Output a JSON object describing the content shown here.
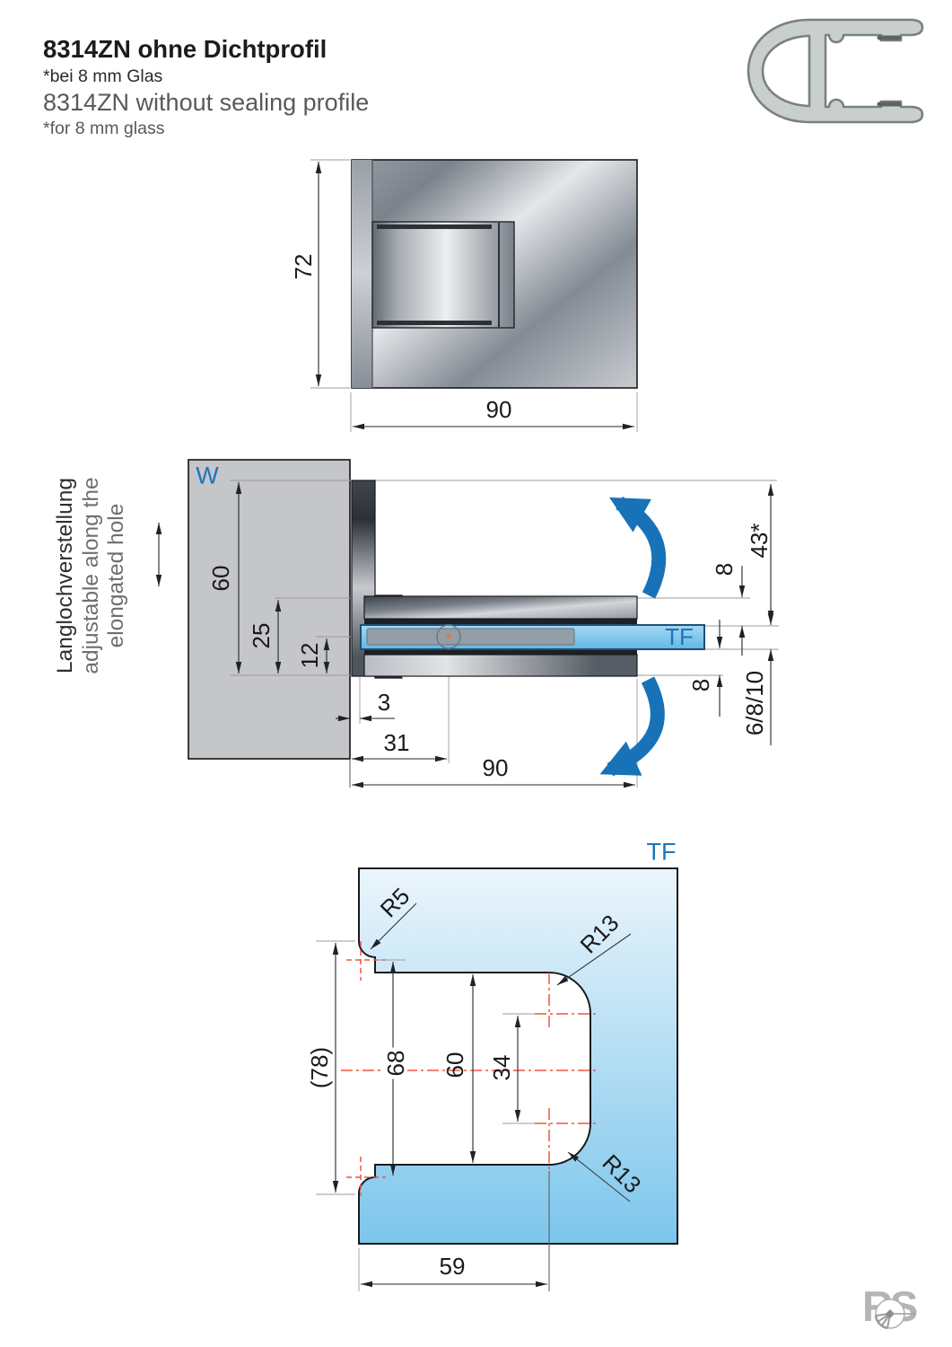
{
  "header": {
    "title_de": "8314ZN ohne Dichtprofil",
    "note_de": "*bei 8 mm Glas",
    "title_en": "8314ZN without sealing profile",
    "note_en": "*for 8 mm glass"
  },
  "top_view": {
    "dim_height": "72",
    "dim_width": "90"
  },
  "side_view": {
    "wall_label": "W",
    "glass_label": "TF",
    "note_line1_de": "Langlochverstellung",
    "note_line2_en": "adjustable along the",
    "note_line3_en": "elongated hole",
    "dim_wall_height": "60",
    "dim_clamp_height": "25",
    "dim_center_offset": "12",
    "dim_glass_inset": "3",
    "dim_screw_offset": "31",
    "dim_width": "90",
    "dim_gap_top": "8",
    "dim_overall": "43*",
    "dim_glass_thickness": "6/8/10",
    "dim_gap_bottom": "8"
  },
  "cutout_view": {
    "glass_label": "TF",
    "dim_radius_small": "R5",
    "dim_radius_top": "R13",
    "dim_radius_bottom": "R13",
    "dim_overall_height": "(78)",
    "dim_hole_centers": "68",
    "dim_cutout_height": "60",
    "dim_radius_centers": "34",
    "dim_cutout_width": "59"
  },
  "logo": {
    "text": "RS"
  },
  "colors": {
    "accent_blue": "#1b75bc",
    "arrow_blue": "#1872b8",
    "glass_blue": "#74c3e9",
    "centerline_red": "#f2543d",
    "wall_gray": "#c5c6ca",
    "logo_gray": "#b5b5b5"
  }
}
